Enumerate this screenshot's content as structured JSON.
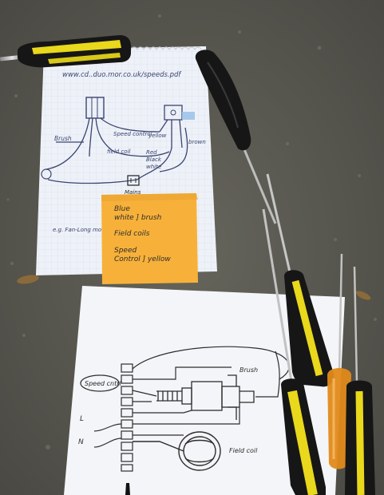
{
  "top_sheet": {
    "url": "www.cd..duo.mor.co.uk/speeds.pdf",
    "labels": {
      "brush": "Brush",
      "speed_control": "Speed control",
      "yellow": "yellow",
      "field_coil": "field coil",
      "red": "Red",
      "black": "Black",
      "white": "white",
      "brown": "brown",
      "mains": "Mains",
      "fan_note": "e.g. Fan-Long motor"
    }
  },
  "sticky_note": {
    "lines": [
      "Blue",
      "white ] brush",
      "Field coils",
      "Speed",
      "Control ] yellow"
    ]
  },
  "bottom_sheet": {
    "labels": {
      "speed_control": "Speed cntrl",
      "brush": "Brush",
      "field_coil": "Field coil",
      "l": "L",
      "n": "N"
    }
  },
  "colors": {
    "concrete": "#5b5a52",
    "screwdriver_handle": "#161616",
    "screwdriver_grip": "#e9d81b",
    "orange_handle": "#e08a1a",
    "sticky": "#f7b13a",
    "ink": "#3b4470"
  }
}
